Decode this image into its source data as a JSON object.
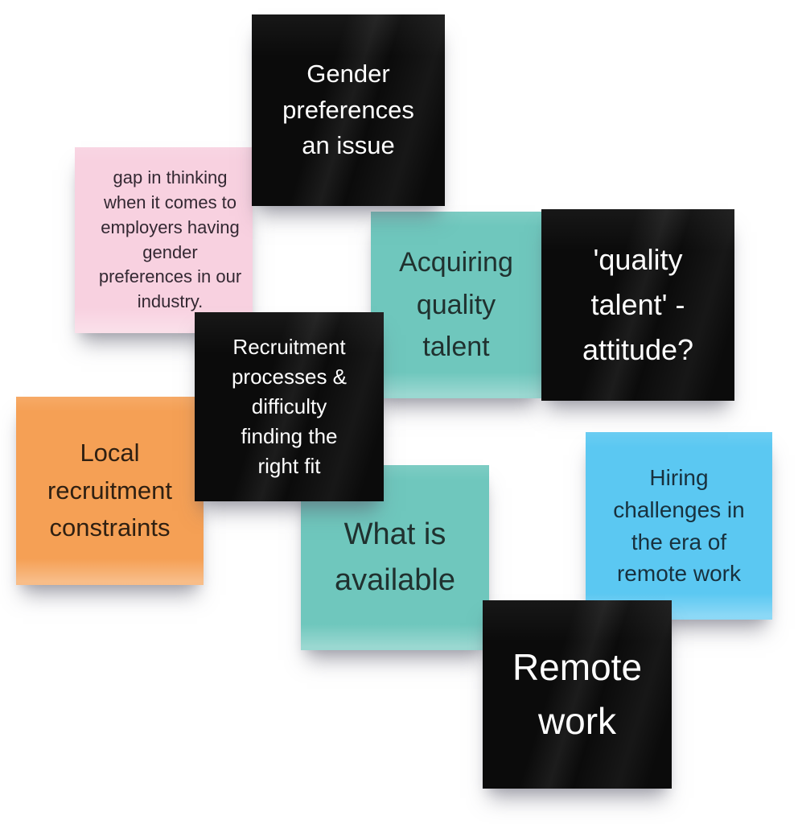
{
  "board": {
    "background_color": "#ffffff",
    "note_colors": {
      "black": "#0b0b0b",
      "pink": "#f8d1e0",
      "teal": "#6fc7bd",
      "orange": "#f5a055",
      "blue": "#5bc8f2"
    },
    "notes": [
      {
        "id": "gender-preferences-an-issue",
        "text": "Gender\npreferences\nan issue",
        "color": "#0b0b0b",
        "text_color": "#ffffff"
      },
      {
        "id": "gap-in-thinking",
        "text": "gap in thinking\nwhen it comes to\nemployers having\ngender\npreferences in our\nindustry.",
        "color": "#f8d1e0",
        "text_color": "#332832"
      },
      {
        "id": "acquiring-quality-talent",
        "text": "Acquiring\nquality\ntalent",
        "color": "#6fc7bd",
        "text_color": "#20312f"
      },
      {
        "id": "quality-talent-attitude",
        "text": "'quality\ntalent' -\nattitude?",
        "color": "#0b0b0b",
        "text_color": "#ffffff"
      },
      {
        "id": "recruitment-processes-difficulty",
        "text": "Recruitment\nprocesses &\ndifficulty\nfinding the\nright fit",
        "color": "#0b0b0b",
        "text_color": "#ffffff"
      },
      {
        "id": "local-recruitment-constraints",
        "text": "Local\nrecruitment\nconstraints",
        "color": "#f5a055",
        "text_color": "#2f2012"
      },
      {
        "id": "what-is-available",
        "text": "What is\navailable",
        "color": "#6fc7bd",
        "text_color": "#20312f"
      },
      {
        "id": "hiring-challenges-remote-work",
        "text": "Hiring\nchallenges in\nthe era of\nremote work",
        "color": "#5bc8f2",
        "text_color": "#18313e"
      },
      {
        "id": "remote-work",
        "text": "Remote\nwork",
        "color": "#0b0b0b",
        "text_color": "#ffffff"
      }
    ]
  }
}
